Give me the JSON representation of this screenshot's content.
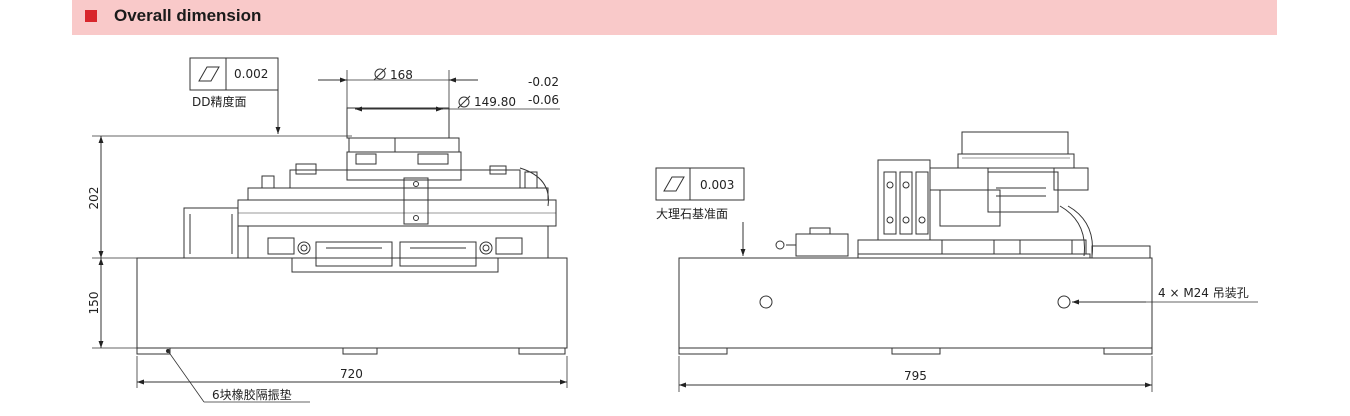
{
  "header": {
    "title": "Overall dimension",
    "accent_color": "#d8262c",
    "background_color": "#f9c9c9"
  },
  "left_view": {
    "flatness_tolerance": "0.002",
    "flatness_label": "DD精度面",
    "diameter_outer": "168",
    "diameter_inner": "149.80",
    "tolerance_upper": "-0.02",
    "tolerance_lower": "-0.06",
    "height_upper": "202",
    "height_base": "150",
    "width": "720",
    "pad_label": "6块橡胶隔振垫"
  },
  "right_view": {
    "flatness_tolerance": "0.003",
    "flatness_label": "大理石基准面",
    "hole_label": "4 × M24 吊装孔",
    "width": "795"
  },
  "icons": {
    "diameter": "diameter-symbol-icon",
    "flatness": "flatness-symbol-icon"
  }
}
